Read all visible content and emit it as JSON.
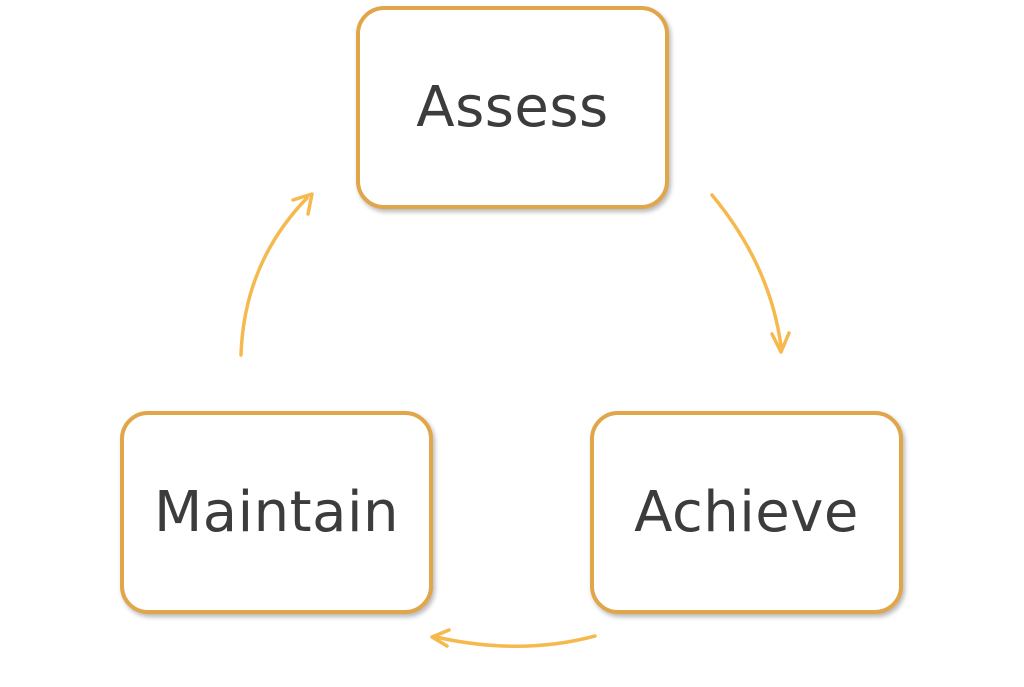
{
  "colors": {
    "box_border": "#e1a54a",
    "arrow": "#f5b94e",
    "text": "#3c3c3c"
  },
  "cycle": {
    "nodes": [
      {
        "id": "assess",
        "label": "Assess"
      },
      {
        "id": "achieve",
        "label": "Achieve"
      },
      {
        "id": "maintain",
        "label": "Maintain"
      }
    ],
    "edges": [
      {
        "from": "assess",
        "to": "achieve"
      },
      {
        "from": "achieve",
        "to": "maintain"
      },
      {
        "from": "maintain",
        "to": "assess"
      }
    ]
  }
}
